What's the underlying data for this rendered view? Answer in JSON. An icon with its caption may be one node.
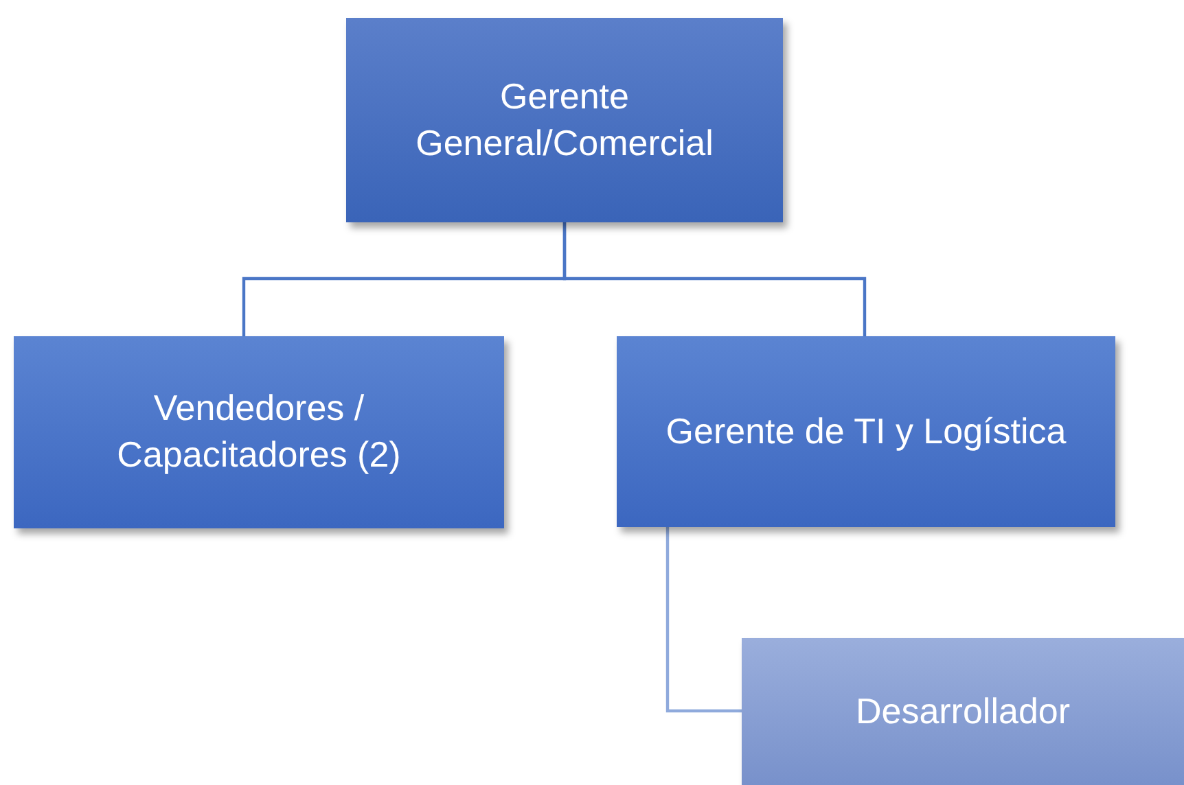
{
  "diagram": {
    "nodes": [
      {
        "text": [
          "Gerente General/Comercial"
        ]
      },
      {
        "text": [
          "Vendedores / Capacitadores (2)"
        ]
      },
      {
        "text": [
          "Gerente de TI y Logística"
        ]
      },
      {
        "text": [
          "Desarrollador"
        ]
      }
    ],
    "edges": [
      {
        "from": 0,
        "to": 1,
        "arrow": "none"
      },
      {
        "from": 0,
        "to": 2,
        "arrow": "none"
      },
      {
        "from": 2,
        "to": 3,
        "arrow": "none",
        "color": "#8faadc"
      }
    ]
  }
}
